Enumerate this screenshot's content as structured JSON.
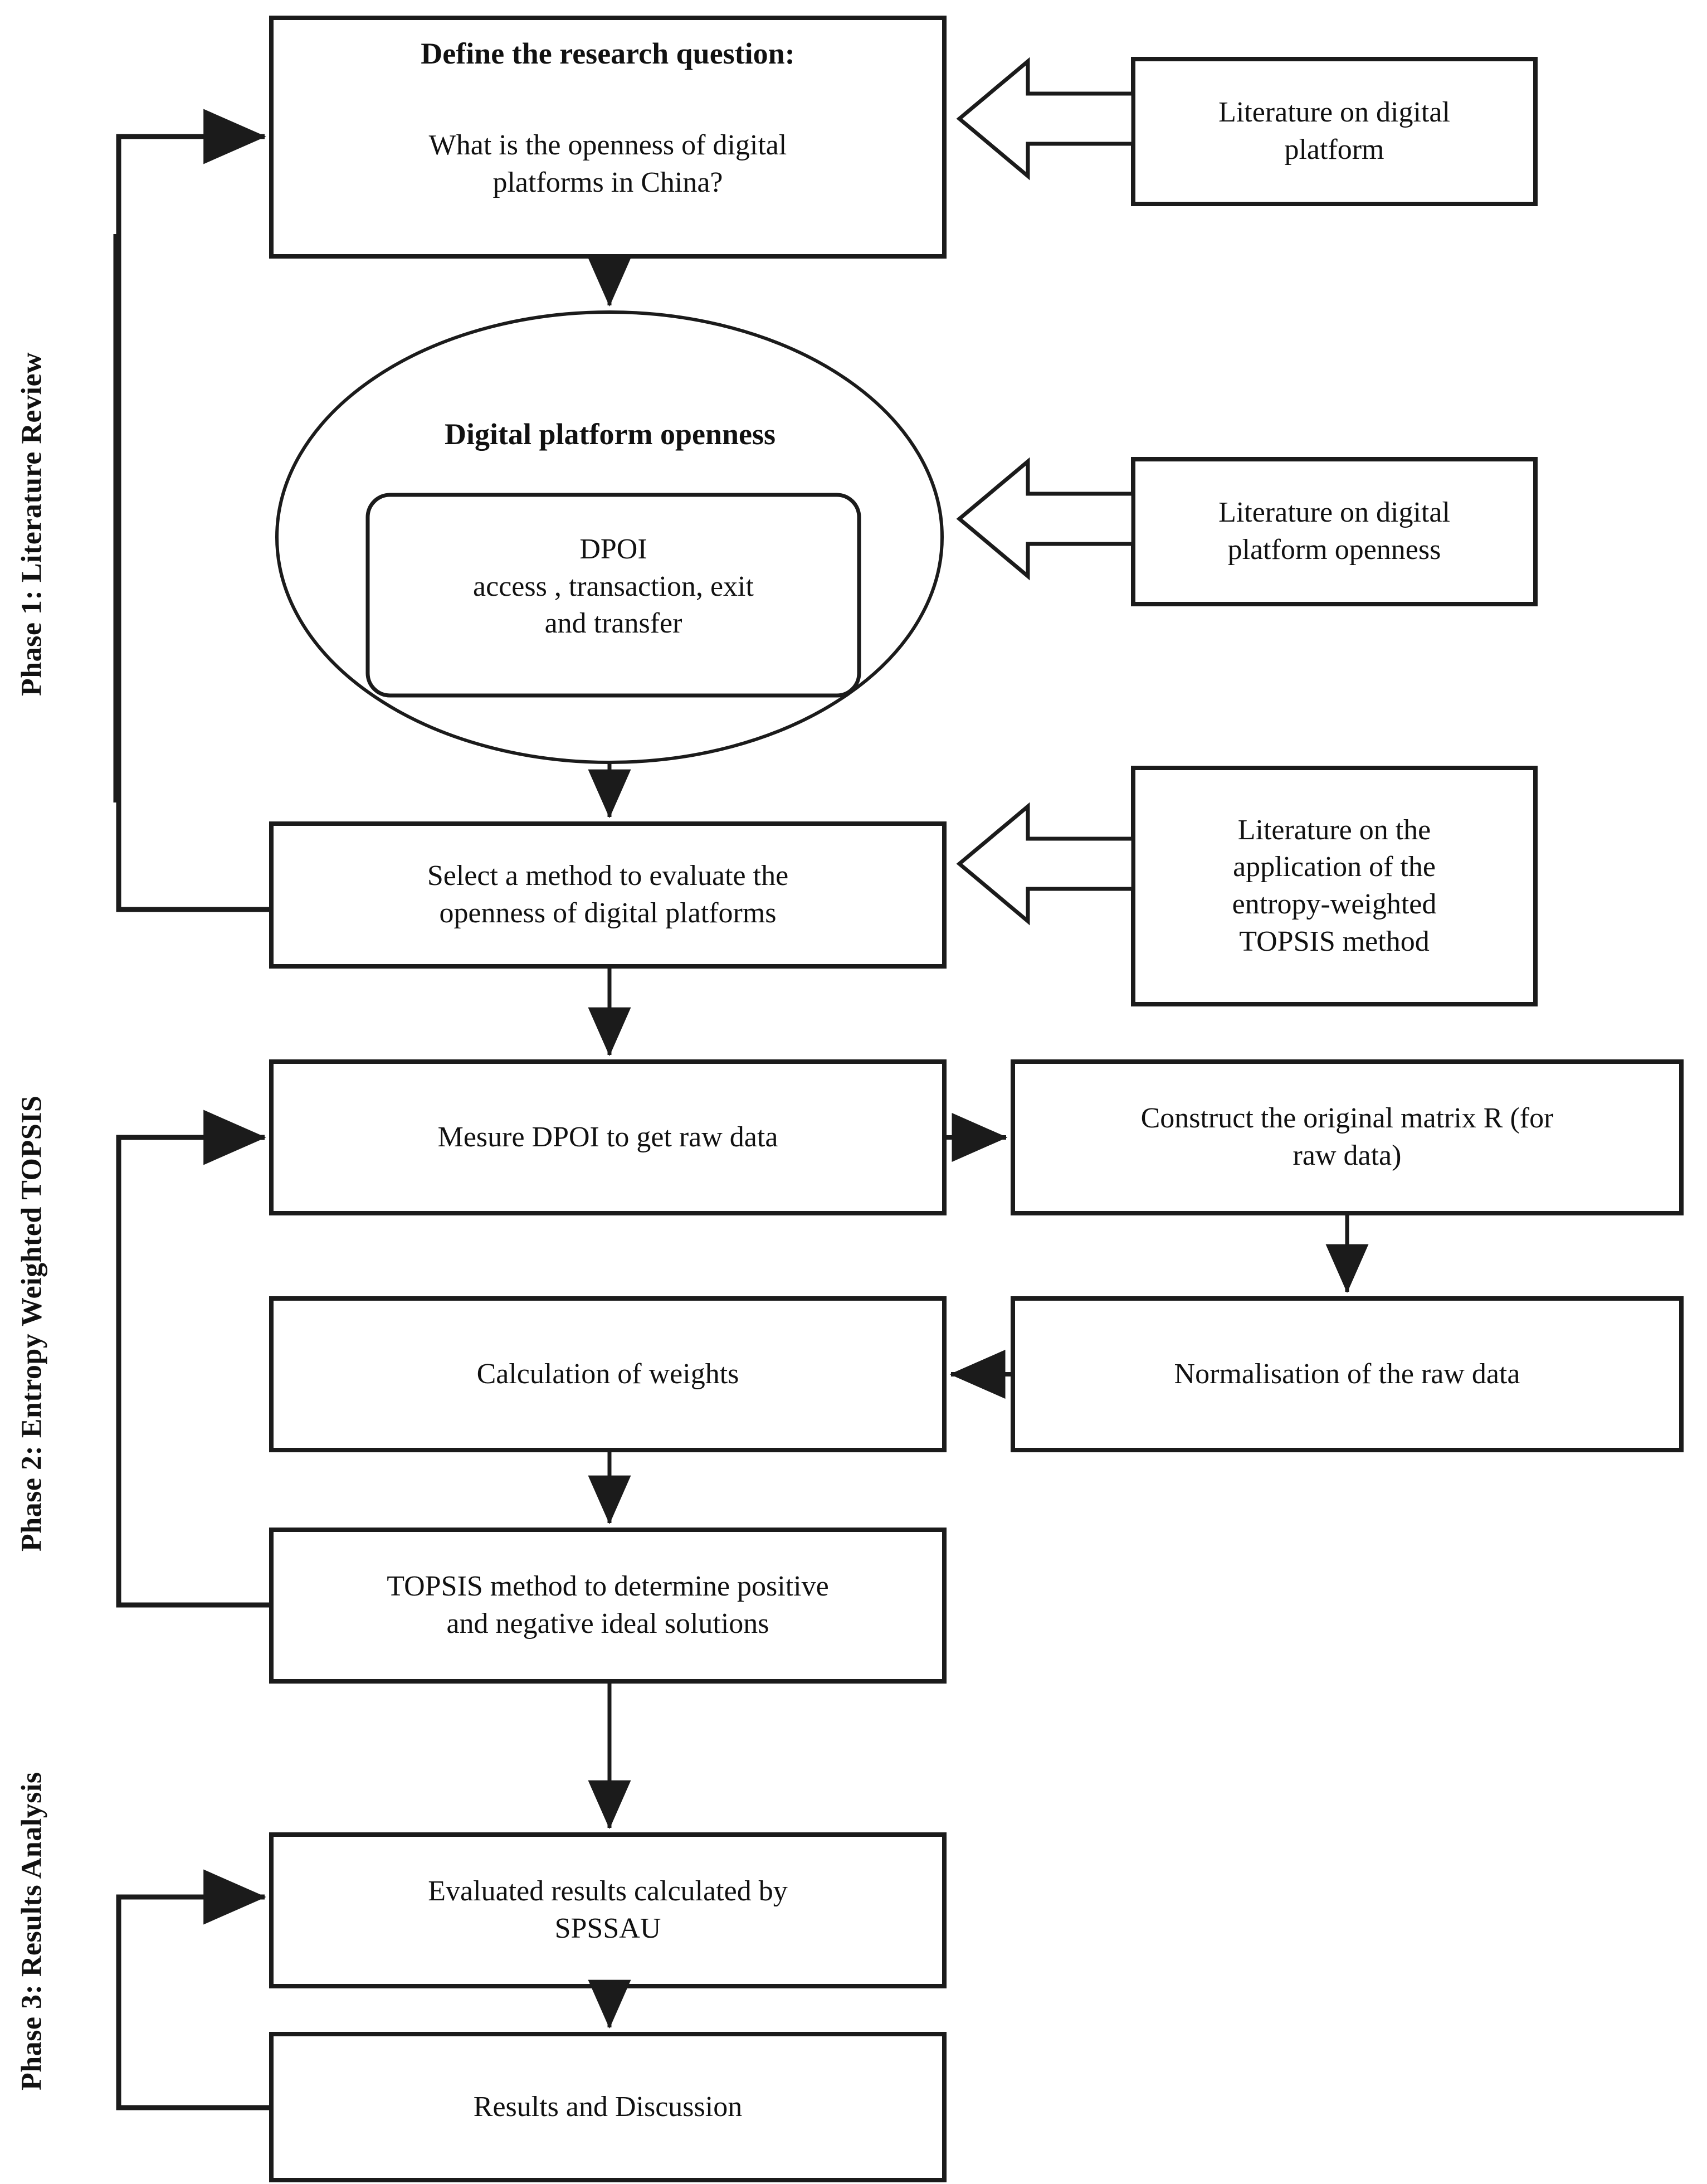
{
  "figure": {
    "kind": "process-flowchart",
    "title_visible": false,
    "colors": {
      "stroke": "#1b1b1b",
      "text": "#111111",
      "background": "#ffffff"
    }
  },
  "phases": [
    {
      "id": "phase-1",
      "label": "Phase 1: Literature Review"
    },
    {
      "id": "phase-2",
      "label": "Phase 2: Entropy Weighted TOPSIS"
    },
    {
      "id": "phase-3",
      "label": "Phase 3: Results Analysis"
    }
  ],
  "nodes": {
    "research_question": {
      "title": "Define the research question:",
      "body": "What is the openness of digital\nplatforms in China?"
    },
    "openness_ellipse": {
      "title": "Digital platform openness"
    },
    "dpoi_box": {
      "text": "DPOI\naccess , transaction, exit\nand transfer"
    },
    "select_method": {
      "text": "Select a method to evaluate the\nopenness of digital platforms"
    },
    "measure_dpoi": {
      "text": "Mesure DPOI to get raw data"
    },
    "construct_matrix": {
      "text": "Construct the original matrix R (for\nraw data)"
    },
    "normalisation": {
      "text": "Normalisation of the raw data"
    },
    "calculation_weights": {
      "text": "Calculation of weights"
    },
    "topsis_method": {
      "text": "TOPSIS method to determine positive\nand negative ideal solutions"
    },
    "evaluated_results": {
      "text": "Evaluated results calculated by\nSPSSAU"
    },
    "results_discussion": {
      "text": "Results and Discussion"
    }
  },
  "literature_inputs": [
    {
      "id": "lit-digital-platform",
      "text": "Literature on digital\nplatform"
    },
    {
      "id": "lit-platform-openness",
      "text": "Literature on digital\nplatform openness"
    },
    {
      "id": "lit-topsis-application",
      "text": "Literature on the\napplication of the\nentropy-weighted\nTOPSIS method"
    }
  ],
  "connectors": [
    {
      "id": "arrow-rq-to-ellipse",
      "from": "research_question",
      "to": "openness_ellipse",
      "type": "down-arrow"
    },
    {
      "id": "arrow-ellipse-to-select",
      "from": "openness_ellipse",
      "to": "select_method",
      "type": "down-arrow"
    },
    {
      "id": "arrow-select-to-measure",
      "from": "select_method",
      "to": "measure_dpoi",
      "type": "down-arrow"
    },
    {
      "id": "arrow-measure-to-matrix",
      "from": "measure_dpoi",
      "to": "construct_matrix",
      "type": "right-arrow"
    },
    {
      "id": "arrow-matrix-to-normalisation",
      "from": "construct_matrix",
      "to": "normalisation",
      "type": "down-arrow"
    },
    {
      "id": "arrow-normalisation-to-weights",
      "from": "normalisation",
      "to": "calculation_weights",
      "type": "left-arrow"
    },
    {
      "id": "arrow-weights-to-topsis",
      "from": "calculation_weights",
      "to": "topsis_method",
      "type": "down-arrow"
    },
    {
      "id": "arrow-topsis-to-evaluated",
      "from": "topsis_method",
      "to": "evaluated_results",
      "type": "down-arrow"
    },
    {
      "id": "arrow-evaluated-to-results",
      "from": "evaluated_results",
      "to": "results_discussion",
      "type": "down-arrow"
    },
    {
      "id": "feedback-phase-1",
      "from": "select_method",
      "to": "research_question",
      "type": "loop-left"
    },
    {
      "id": "feedback-phase-2",
      "from": "topsis_method",
      "to": "measure_dpoi",
      "type": "loop-left"
    },
    {
      "id": "feedback-phase-3",
      "from": "results_discussion",
      "to": "evaluated_results",
      "type": "loop-left"
    },
    {
      "id": "block-arrow-lit-1",
      "from": "lit-digital-platform",
      "to": "research_question",
      "type": "block-arrow-left"
    },
    {
      "id": "block-arrow-lit-2",
      "from": "lit-platform-openness",
      "to": "openness_ellipse",
      "type": "block-arrow-left"
    },
    {
      "id": "block-arrow-lit-3",
      "from": "lit-topsis-application",
      "to": "select_method",
      "type": "block-arrow-left"
    }
  ]
}
